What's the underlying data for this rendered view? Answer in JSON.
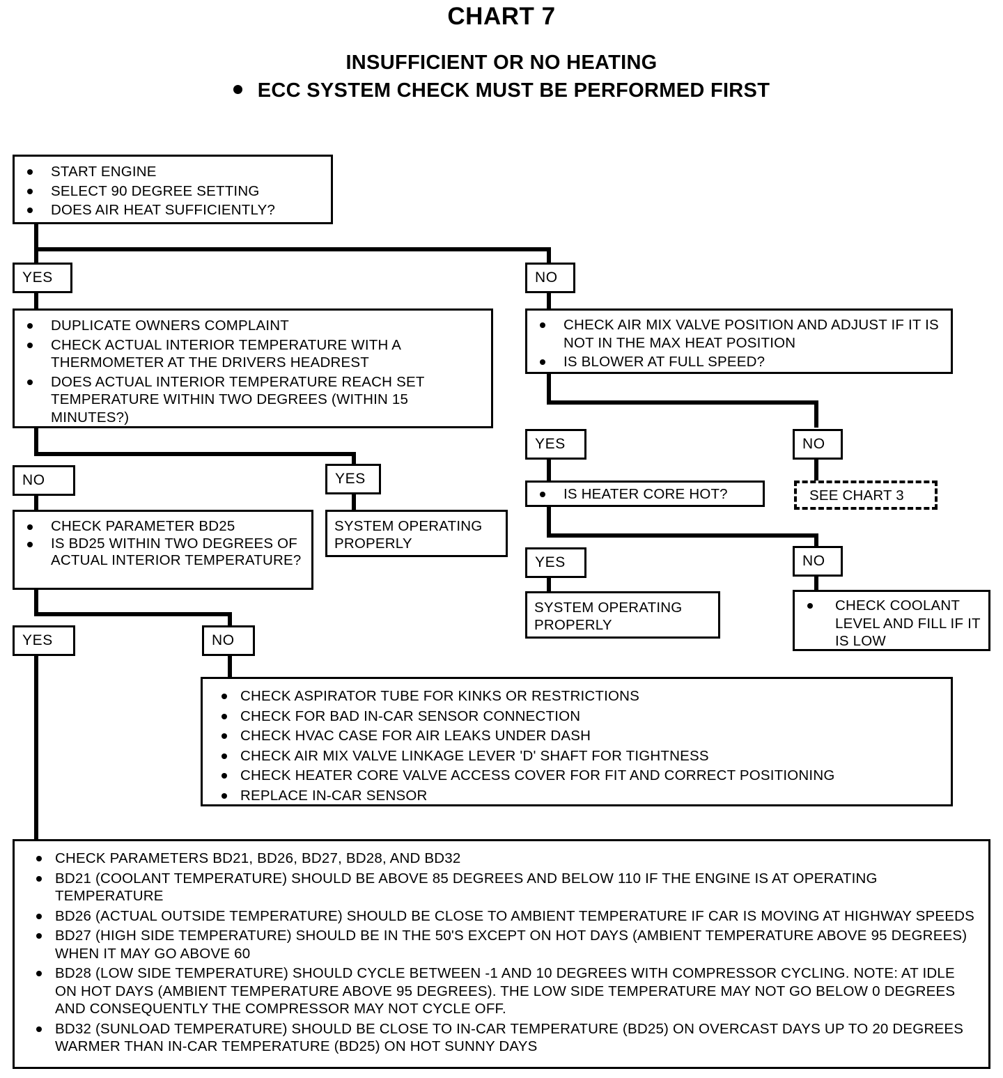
{
  "header": {
    "chart_title": "CHART 7",
    "subtitle_line1": "INSUFFICIENT OR NO HEATING",
    "subtitle_line2": "ECC SYSTEM CHECK MUST BE PERFORMED FIRST"
  },
  "labels": {
    "yes": "YES",
    "no": "NO"
  },
  "boxes": {
    "start": {
      "items": [
        "START ENGINE",
        "SELECT 90 DEGREE SETTING",
        "DOES AIR HEAT SUFFICIENTLY?"
      ]
    },
    "duplicate_complaint": {
      "items": [
        "DUPLICATE OWNERS COMPLAINT",
        "CHECK ACTUAL INTERIOR TEMPERATURE WITH A THERMOMETER AT THE DRIVERS HEADREST",
        "DOES ACTUAL INTERIOR TEMPERATURE REACH SET TEMPERATURE WITHIN TWO DEGREES (WITHIN 15 MINUTES?)"
      ]
    },
    "air_mix_valve": {
      "items": [
        "CHECK AIR MIX VALVE POSITION AND ADJUST IF IT IS NOT IN THE MAX HEAT POSITION",
        "IS BLOWER AT FULL SPEED?"
      ]
    },
    "check_bd25": {
      "items": [
        "CHECK PARAMETER BD25",
        "IS BD25 WITHIN TWO DEGREES OF ACTUAL INTERIOR TEMPERATURE?"
      ]
    },
    "system_ok_left": {
      "line1": "SYSTEM OPERATING",
      "line2": "PROPERLY"
    },
    "heater_core_hot": {
      "items": [
        "IS HEATER CORE HOT?"
      ]
    },
    "see_chart_3": {
      "text": "SEE CHART 3"
    },
    "system_ok_right": {
      "line1": "SYSTEM OPERATING",
      "line2": "PROPERLY"
    },
    "check_coolant": {
      "items": [
        "CHECK COOLANT LEVEL AND FILL IF IT IS LOW"
      ]
    },
    "aspirator_checks": {
      "items": [
        "CHECK ASPIRATOR TUBE FOR KINKS OR RESTRICTIONS",
        "CHECK FOR BAD IN-CAR SENSOR CONNECTION",
        "CHECK HVAC CASE FOR AIR LEAKS UNDER DASH",
        "CHECK AIR MIX VALVE LINKAGE LEVER 'D' SHAFT FOR TIGHTNESS",
        "CHECK HEATER CORE VALVE ACCESS COVER FOR FIT AND CORRECT POSITIONING",
        "REPLACE IN-CAR SENSOR"
      ]
    },
    "parameters": {
      "items": [
        "CHECK PARAMETERS BD21, BD26, BD27, BD28, AND BD32",
        "BD21 (COOLANT TEMPERATURE) SHOULD BE ABOVE 85 DEGREES AND BELOW 110 IF THE ENGINE IS AT OPERATING TEMPERATURE",
        "BD26 (ACTUAL OUTSIDE TEMPERATURE) SHOULD BE CLOSE TO AMBIENT TEMPERATURE IF CAR IS MOVING AT HIGHWAY SPEEDS",
        "BD27 (HIGH SIDE TEMPERATURE) SHOULD BE IN THE 50'S EXCEPT ON HOT DAYS (AMBIENT TEMPERATURE ABOVE 95 DEGREES) WHEN IT MAY GO ABOVE 60",
        "BD28 (LOW SIDE TEMPERATURE) SHOULD CYCLE BETWEEN -1 AND 10 DEGREES WITH COMPRESSOR CYCLING. NOTE: AT IDLE ON HOT DAYS (AMBIENT TEMPERATURE ABOVE 95 DEGREES). THE LOW SIDE TEMPERATURE MAY NOT GO BELOW 0 DEGREES AND CONSEQUENTLY THE COMPRESSOR MAY NOT CYCLE OFF.",
        "BD32 (SUNLOAD TEMPERATURE) SHOULD BE CLOSE TO IN-CAR TEMPERATURE (BD25) ON OVERCAST DAYS UP TO 20 DEGREES WARMER THAN IN-CAR TEMPERATURE (BD25) ON HOT SUNNY DAYS"
      ]
    }
  },
  "colors": {
    "ink": "#000000",
    "paper": "#ffffff"
  }
}
